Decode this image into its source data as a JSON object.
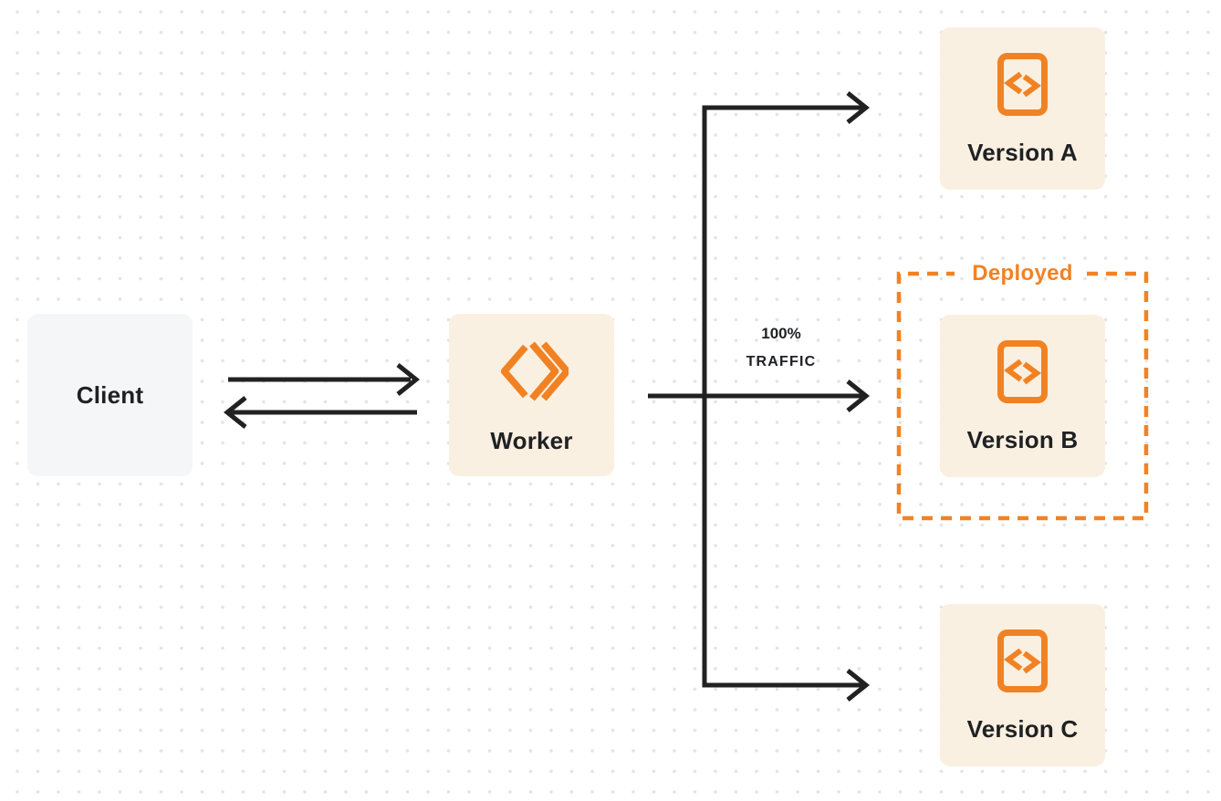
{
  "colors": {
    "accent": "#F18224",
    "arrow": "#212121",
    "node_bg_orange": "#FAF0E1",
    "node_bg_gray": "#F5F6F7",
    "text": "#202124",
    "dot": "#E3E4E5",
    "background": "#FFFFFF"
  },
  "diagram": {
    "nodes": {
      "client": {
        "label": "Client"
      },
      "worker": {
        "label": "Worker",
        "icon": "workers-logo-icon"
      },
      "version_a": {
        "label": "Version A",
        "icon": "code-file-icon"
      },
      "version_b": {
        "label": "Version B",
        "icon": "code-file-icon"
      },
      "version_c": {
        "label": "Version C",
        "icon": "code-file-icon"
      }
    },
    "edges": {
      "traffic_label": {
        "line1": "100%",
        "line2": "TRAFFIC"
      }
    },
    "deployed_group": {
      "label": "Deployed"
    }
  }
}
